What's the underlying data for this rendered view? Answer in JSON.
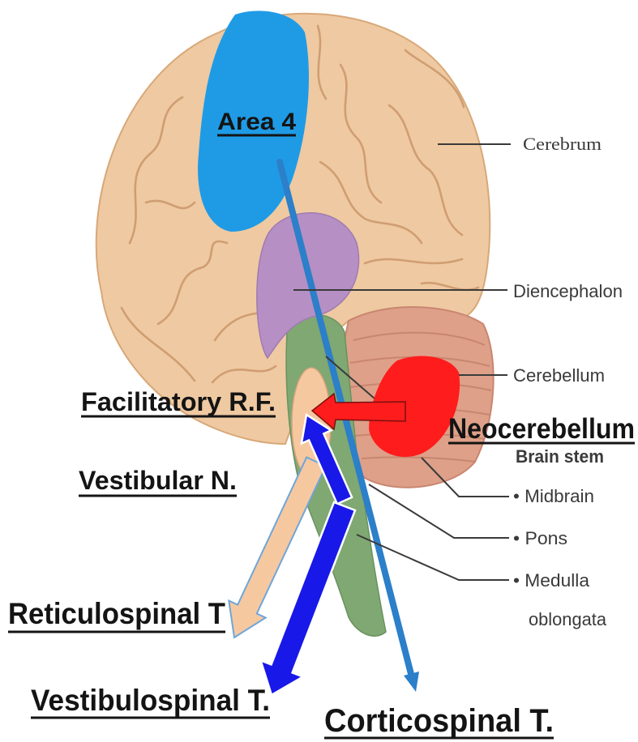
{
  "diagram": {
    "labels": {
      "area4": "Area 4",
      "cerebrum": "Cerebrum",
      "diencephalon": "Diencephalon",
      "cerebellum": "Cerebellum",
      "facilitatory_rf": "Facilitatory R.F.",
      "neocerebellum": "Neocerebellum",
      "brain_stem": "Brain stem",
      "vestibular_n": "Vestibular N.",
      "midbrain": "• Midbrain",
      "pons": "• Pons",
      "medulla": "• Medulla",
      "oblongata": "oblongata",
      "reticulospinal": "Reticulospinal T",
      "vestibulospinal": "Vestibulospinal T.",
      "corticospinal": "Corticospinal T."
    }
  },
  "colors": {
    "cerebrum": "#efc9a1",
    "cerebellum": "#dea089",
    "brainstem": "#7fa872",
    "diencephalon": "#b68fc4",
    "area4": "#1f9be6",
    "corticospinal": "#2c7fc9",
    "neocerebellum": "#ff1c1c",
    "vestibular_nucleus": "#f6c8a0",
    "reticulospinal_arrow": "#f6c8a0",
    "vestibulospinal_arrow": "#1818e8"
  }
}
